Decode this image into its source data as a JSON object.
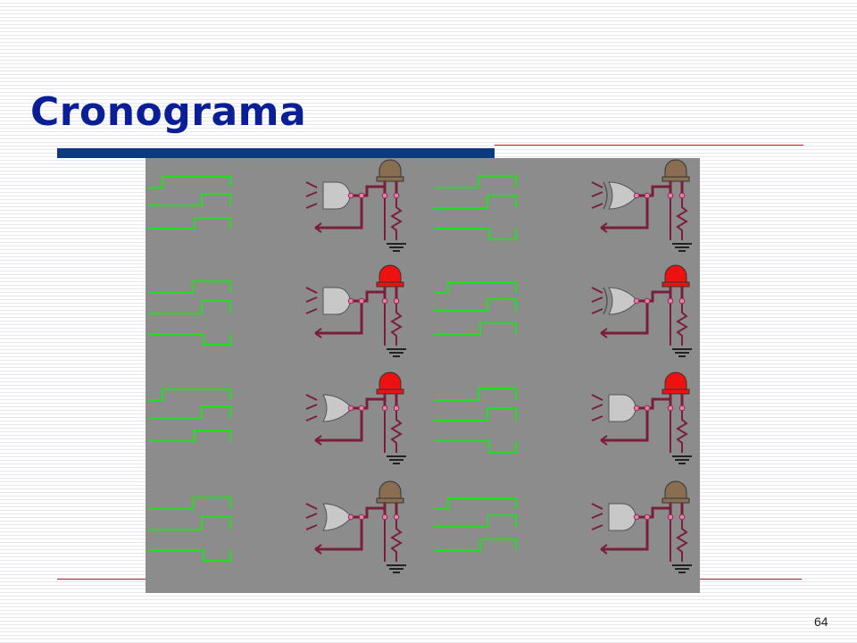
{
  "slide": {
    "title": "Cronograma",
    "page_number": "64"
  },
  "colors": {
    "title": "#0a1e96",
    "accent_bar": "#0b3b7c",
    "rule": "#c0202a",
    "panel_background": "#8c8c8c",
    "waveform": "#22dd22",
    "wire": "#7a1f3a",
    "gate": "#c8c8c8",
    "led_on": "#ee1111",
    "led_off": "#8a6e52"
  },
  "circuits": [
    {
      "gate": "and",
      "led": "off"
    },
    {
      "gate": "xor",
      "led": "off"
    },
    {
      "gate": "and",
      "led": "on"
    },
    {
      "gate": "xor",
      "led": "on"
    },
    {
      "gate": "or",
      "led": "on"
    },
    {
      "gate": "and",
      "led": "on"
    },
    {
      "gate": "or",
      "led": "off"
    },
    {
      "gate": "and",
      "led": "off"
    }
  ]
}
